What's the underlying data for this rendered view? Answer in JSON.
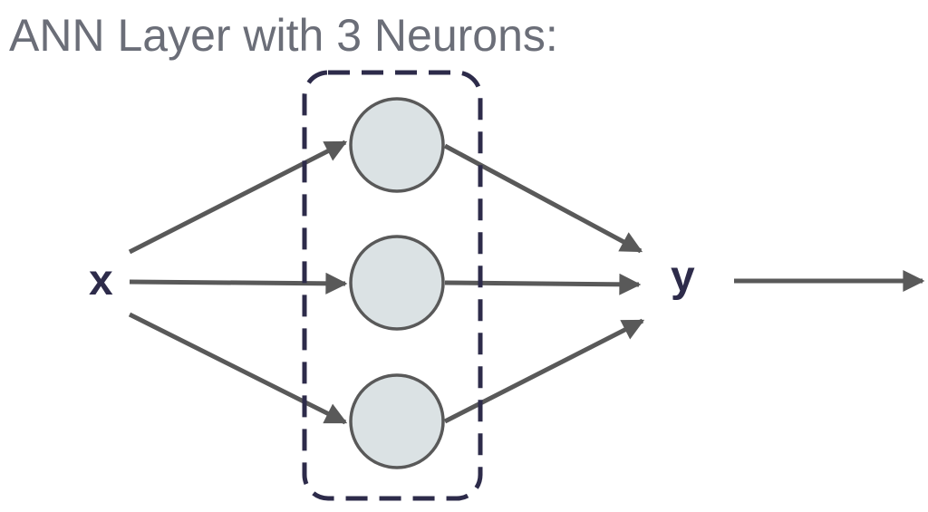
{
  "title": "ANN Layer with 3 Neurons:",
  "input_label": "x",
  "output_label": "y",
  "neuron_count": 3,
  "colors": {
    "title": "#6b6e78",
    "label": "#2d2b4a",
    "arrow": "#595959",
    "neuron_fill": "#dbe2e4",
    "neuron_stroke": "#595959",
    "layer_box": "#2d2b4a"
  }
}
